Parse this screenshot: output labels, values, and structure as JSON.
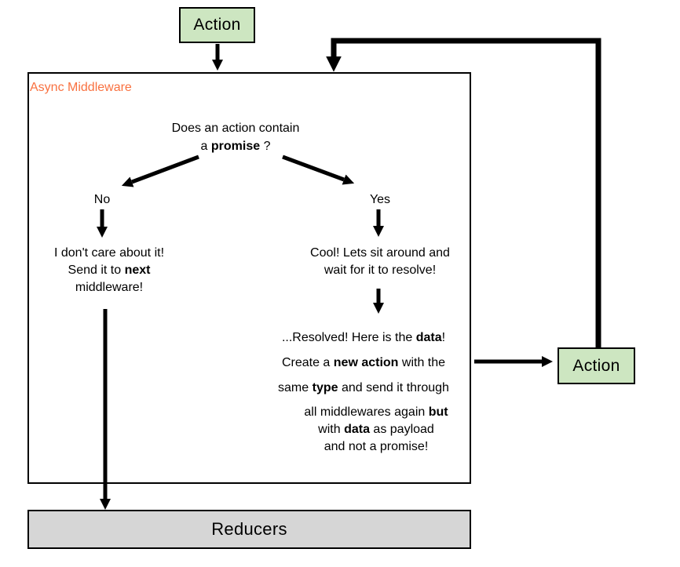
{
  "labels": {
    "action_top": "Action",
    "action_right": "Action",
    "reducers": "Reducers",
    "async_middleware": "Async Middleware",
    "no": "No",
    "yes": "Yes"
  },
  "colors": {
    "action_fill": "#cde6c1",
    "reducers_fill": "#d6d6d6",
    "label_orange": "#f97140",
    "line": "#000000"
  },
  "paragraphs": {
    "question": [
      [
        {
          "t": "Does an action contain"
        }
      ],
      [
        {
          "t": "a "
        },
        {
          "t": "promise",
          "b": true
        },
        {
          "t": " ?"
        }
      ]
    ],
    "no_branch": [
      [
        {
          "t": "I don't care about it!"
        }
      ],
      [
        {
          "t": "Send it to "
        },
        {
          "t": "next",
          "b": true
        }
      ],
      [
        {
          "t": "middleware!"
        }
      ]
    ],
    "yes_branch": [
      [
        {
          "t": "Cool! Lets sit around and"
        }
      ],
      [
        {
          "t": "wait for it to resolve!"
        }
      ]
    ],
    "resolved_a": [
      [
        {
          "t": "...Resolved! Here is the "
        },
        {
          "t": "data",
          "b": true
        },
        {
          "t": "!"
        }
      ],
      [
        {
          "t": "Create a "
        },
        {
          "t": "new action",
          "b": true
        },
        {
          "t": " with the"
        }
      ],
      [
        {
          "t": "same "
        },
        {
          "t": "type",
          "b": true
        },
        {
          "t": " and send it through"
        }
      ]
    ],
    "resolved_b": [
      [
        {
          "t": "all middlewares again "
        },
        {
          "t": "but",
          "b": true
        }
      ],
      [
        {
          "t": "with "
        },
        {
          "t": "data",
          "b": true
        },
        {
          "t": " as payload"
        }
      ],
      [
        {
          "t": "and not a promise!"
        }
      ]
    ]
  }
}
